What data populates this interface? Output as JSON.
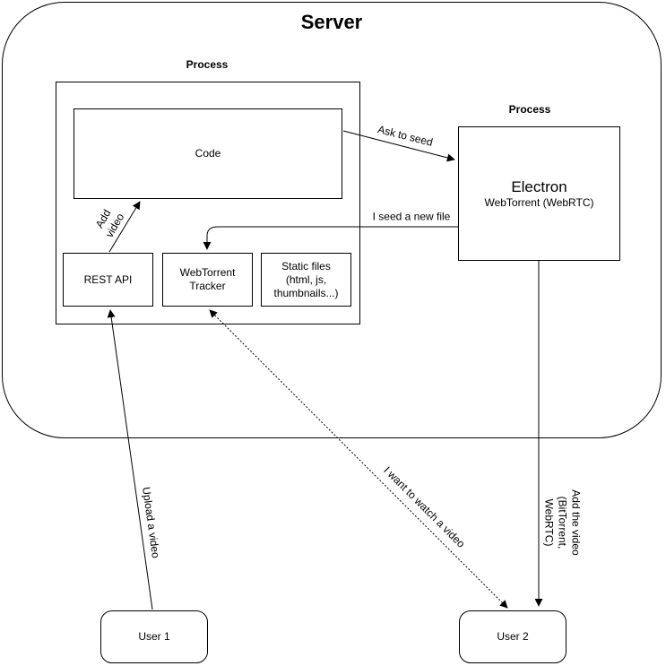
{
  "diagram": {
    "title": "Server",
    "process_label_left": "Process",
    "process_label_right": "Process",
    "nodes": {
      "code": "Code",
      "rest_api": "REST API",
      "tracker": "WebTorrent Tracker",
      "static_files": "Static files (html, js, thumbnails...)",
      "electron_title": "Electron",
      "electron_subtitle": "WebTorrent (WebRTC)",
      "user1": "User 1",
      "user2": "User 2"
    },
    "edge_labels": {
      "ask_to_seed": "Ask to seed",
      "i_seed": "I seed a new file",
      "add_video": "Add video",
      "upload": "Upload a video",
      "watch": "I want to watch a video",
      "add_the_video": "Add the video (BitTorrent, WebRTC)"
    },
    "colors": {
      "stroke": "#000000",
      "background": "#ffffff"
    }
  }
}
